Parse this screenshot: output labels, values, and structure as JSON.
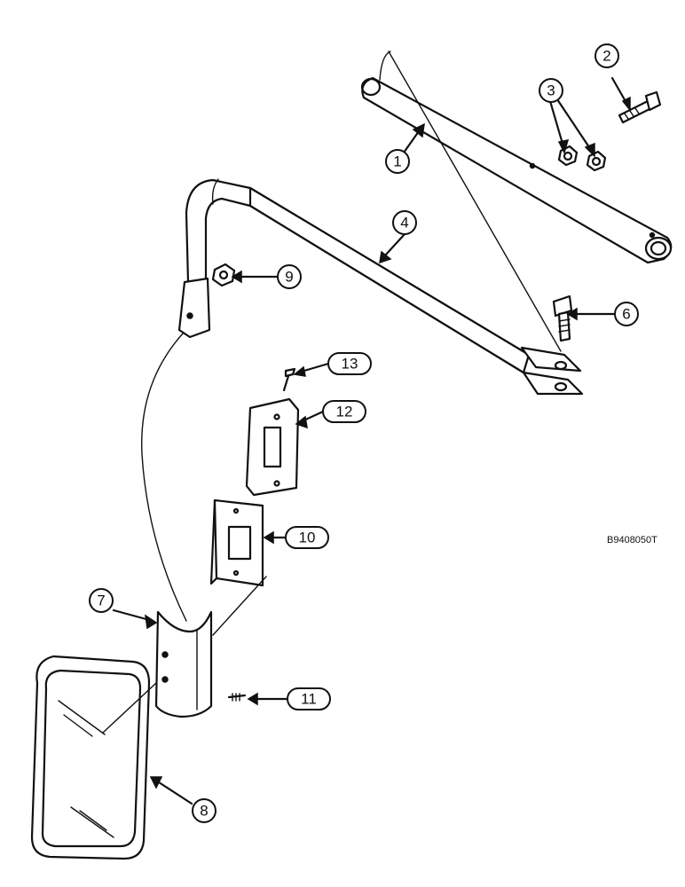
{
  "callouts": [
    {
      "id": "c1",
      "label": "1"
    },
    {
      "id": "c2",
      "label": "2"
    },
    {
      "id": "c3",
      "label": "3"
    },
    {
      "id": "c4",
      "label": "4"
    },
    {
      "id": "c6",
      "label": "6"
    },
    {
      "id": "c7",
      "label": "7"
    },
    {
      "id": "c8",
      "label": "8"
    },
    {
      "id": "c9",
      "label": "9"
    },
    {
      "id": "c10",
      "label": "10"
    },
    {
      "id": "c11",
      "label": "11"
    },
    {
      "id": "c12",
      "label": "12"
    },
    {
      "id": "c13",
      "label": "13"
    }
  ],
  "reference_code": "B9408050T"
}
